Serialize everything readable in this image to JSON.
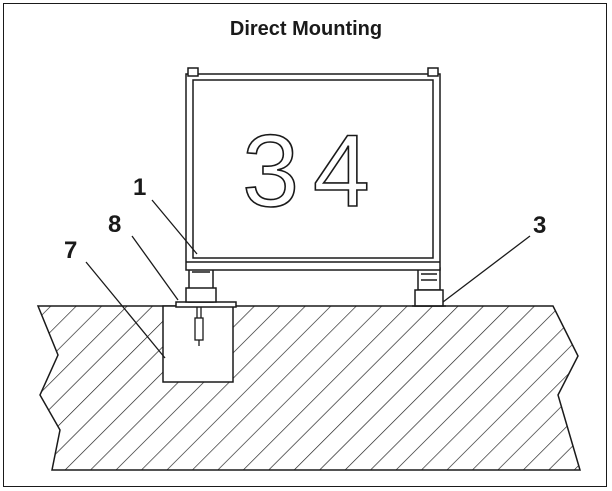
{
  "title": "Direct Mounting",
  "sign_number": "34",
  "callouts": {
    "bolt": "1",
    "plate": "8",
    "footing": "7",
    "leg": "3"
  },
  "colors": {
    "ink": "#1a1a1a",
    "background": "#ffffff"
  }
}
